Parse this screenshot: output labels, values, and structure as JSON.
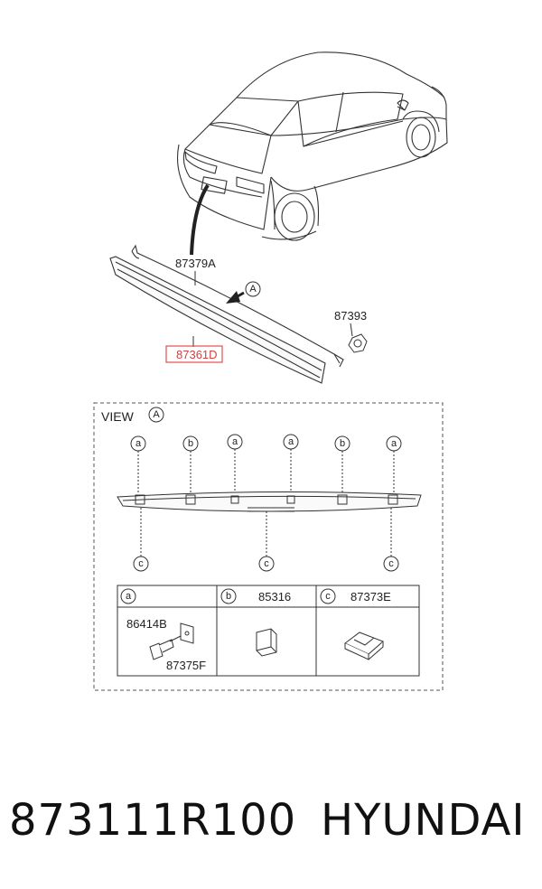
{
  "callouts": {
    "part_87379A": "87379A",
    "part_87361D": "87361D",
    "part_87393": "87393",
    "view_marker": "A"
  },
  "view_box": {
    "title": "VIEW",
    "title_marker": "A",
    "top_markers": [
      "a",
      "b",
      "a",
      "a",
      "b",
      "a"
    ],
    "bottom_markers": [
      "c",
      "c",
      "c"
    ]
  },
  "legend": {
    "headers": [
      {
        "marker": "a",
        "part": ""
      },
      {
        "marker": "b",
        "part": "85316"
      },
      {
        "marker": "c",
        "part": "87373E"
      }
    ],
    "cell_a_parts": [
      "86414B",
      "87375F"
    ]
  },
  "footer": {
    "part_number": "873111R100",
    "brand": "HYUNDAI"
  },
  "colors": {
    "line": "#333333",
    "highlight_box": "#e05050",
    "dashed": "#555555"
  }
}
